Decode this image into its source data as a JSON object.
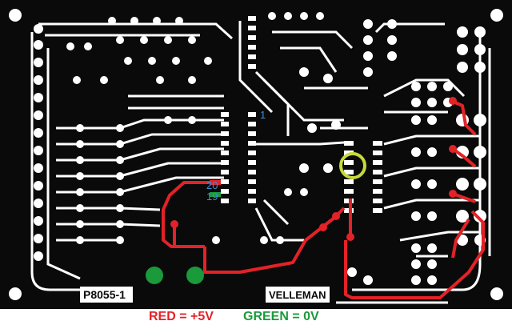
{
  "board": {
    "model_label": "P8055-1",
    "brand_label": "VELLEMAN",
    "pin_marker_1": "1",
    "pin_marker_20": "20",
    "pin_marker_19": "19"
  },
  "legend": {
    "red_label": "RED = +5V",
    "green_label": "GREEN = 0V",
    "red_color": "#e32228",
    "green_color": "#1a9a3a"
  },
  "colors": {
    "board": "#0a0a0a",
    "copper": "#ffffff",
    "highlight_ring": "#c7d93a",
    "pin_label_blue": "#3f8fd8"
  }
}
